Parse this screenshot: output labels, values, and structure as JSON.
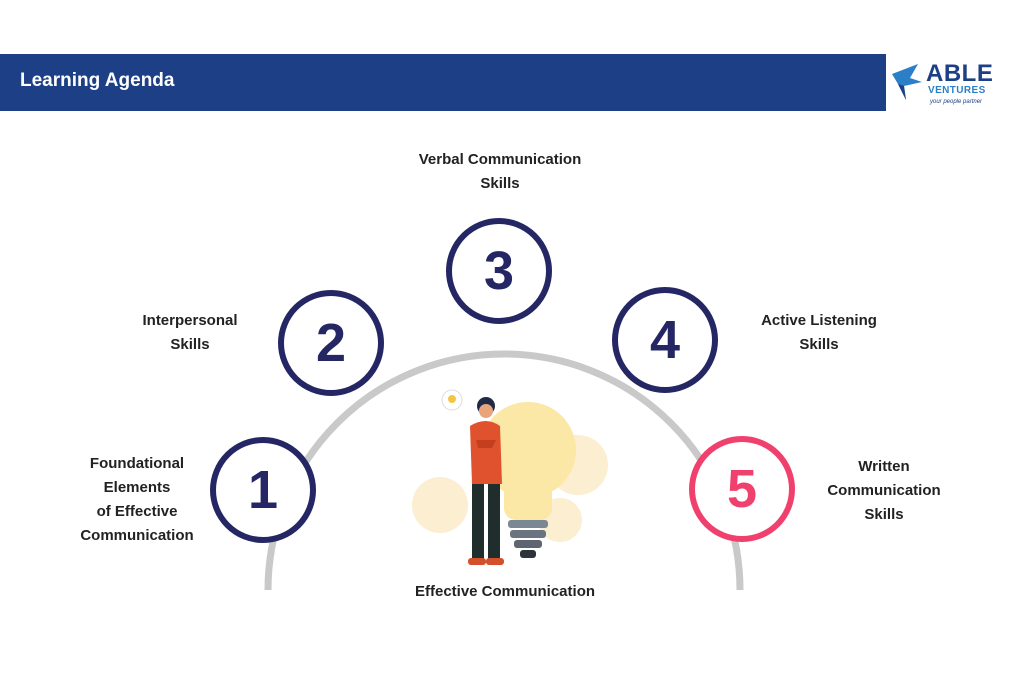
{
  "header": {
    "title": "Learning Agenda",
    "color": "#1c3f86"
  },
  "logo": {
    "name": "ABLE",
    "sub": "VENTURES",
    "tagline": "your people partner",
    "icon": "bird-icon"
  },
  "agenda": {
    "items": [
      {
        "number": "1",
        "label_lines": [
          "Foundational",
          "Elements",
          "of Effective",
          "Communication"
        ],
        "color": "#242763"
      },
      {
        "number": "2",
        "label_lines": [
          "Interpersonal",
          "Skills"
        ],
        "color": "#242763"
      },
      {
        "number": "3",
        "label_lines": [
          "Verbal Communication",
          "Skills"
        ],
        "color": "#242763"
      },
      {
        "number": "4",
        "label_lines": [
          "Active Listening",
          "Skills"
        ],
        "color": "#242763"
      },
      {
        "number": "5",
        "label_lines": [
          "Written",
          "Communication",
          "Skills"
        ],
        "color": "#f0416e"
      }
    ],
    "center_label": "Effective Communication",
    "illustration_icon": "person-with-lightbulb-icon"
  }
}
